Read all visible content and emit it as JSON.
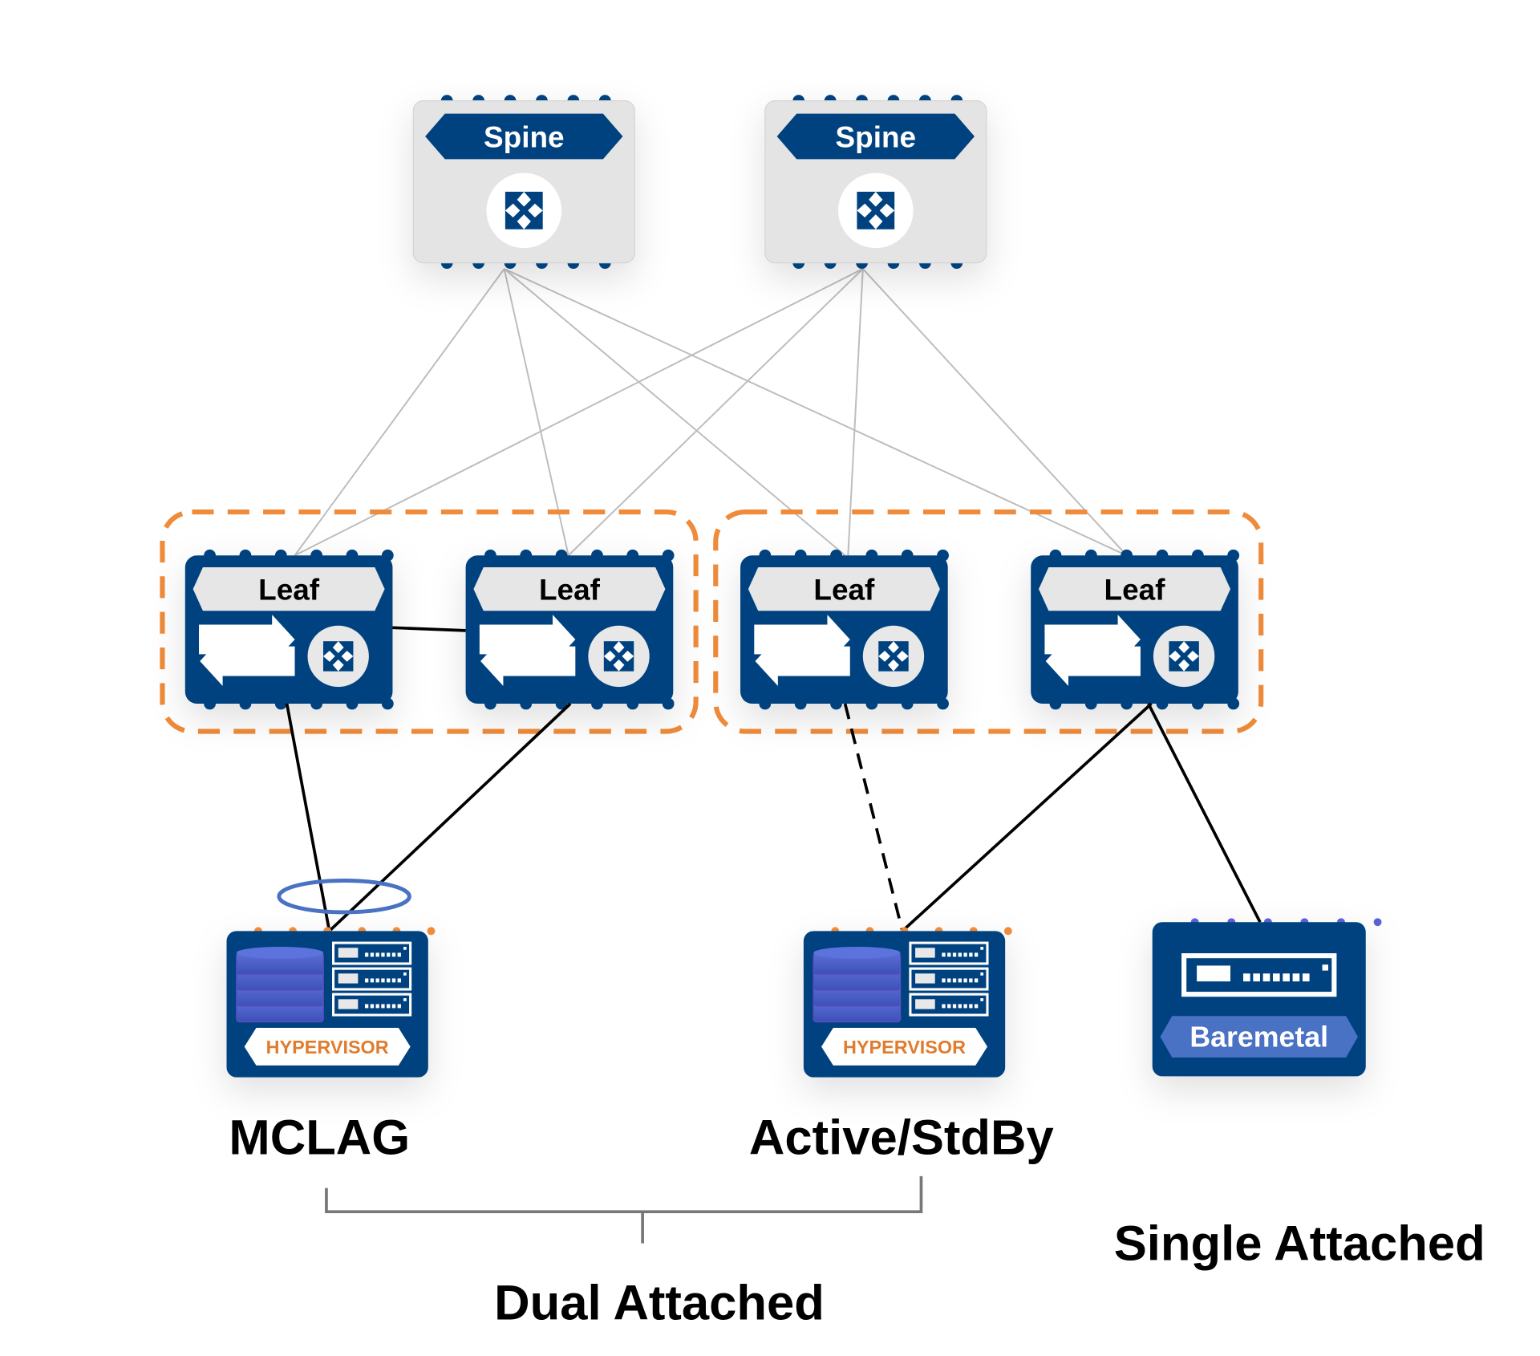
{
  "colors": {
    "device_blue": "#02437f",
    "panel_grey": "#e6e6e6",
    "group_orange": "#ef8b3a",
    "uplink_grey": "#b8b8b8",
    "link_black": "#000000",
    "lag_ring": "#4a72c4",
    "disk_purple": "#4b5fc9",
    "hypervisor_text": "#e07b2e",
    "baremetal_badge": "#4a72c4"
  },
  "spines": [
    {
      "label": "Spine",
      "icon": "fabric-switch-icon"
    },
    {
      "label": "Spine",
      "icon": "fabric-switch-icon"
    }
  ],
  "leaves": [
    {
      "label": "Leaf",
      "group": "mclag-pair"
    },
    {
      "label": "Leaf",
      "group": "mclag-pair"
    },
    {
      "label": "Leaf",
      "group": "active-standby-pair"
    },
    {
      "label": "Leaf",
      "group": "active-standby-pair"
    }
  ],
  "hosts": [
    {
      "label": "HYPERVISOR",
      "type": "hypervisor",
      "attachment": "MCLAG"
    },
    {
      "label": "HYPERVISOR",
      "type": "hypervisor",
      "attachment": "Active/StdBy"
    },
    {
      "label": "Baremetal",
      "type": "baremetal",
      "attachment": "Single Attached"
    }
  ],
  "links": {
    "spine_leaf": "full-mesh",
    "mclag_peer_link": "leaf1-leaf2",
    "host_links": [
      {
        "from": "leaf1",
        "to": "hypervisor1",
        "style": "solid"
      },
      {
        "from": "leaf2",
        "to": "hypervisor1",
        "style": "solid"
      },
      {
        "from": "leaf3",
        "to": "hypervisor2",
        "style": "dashed"
      },
      {
        "from": "leaf4",
        "to": "hypervisor2",
        "style": "solid"
      },
      {
        "from": "leaf4",
        "to": "baremetal",
        "style": "solid"
      }
    ]
  },
  "captions": {
    "mclag": "MCLAG",
    "active_standby": "Active/StdBy",
    "dual_attached": "Dual Attached",
    "single_attached": "Single Attached"
  }
}
